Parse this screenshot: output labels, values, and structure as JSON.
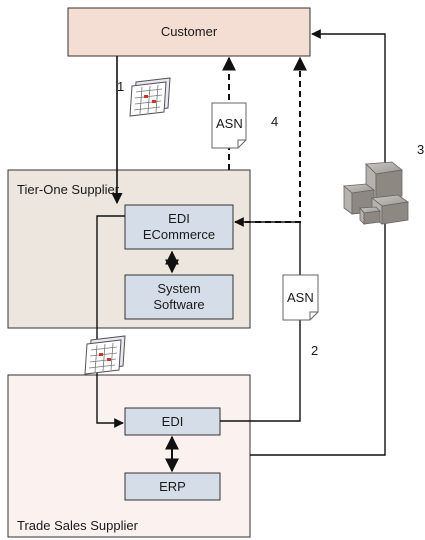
{
  "customer": {
    "label": "Customer"
  },
  "tier_one": {
    "title": "Tier-One Supplier",
    "edi_line1": "EDI",
    "edi_line2": "ECommerce",
    "system_line1": "System",
    "system_line2": "Software"
  },
  "trade": {
    "title": "Trade Sales Supplier",
    "edi": "EDI",
    "erp": "ERP"
  },
  "flow": {
    "step1": "1",
    "step2": "2",
    "step3": "3",
    "step4": "4",
    "asn_upper": "ASN",
    "asn_lower": "ASN"
  },
  "icons": {
    "order_document_upper": "order-document-icon",
    "order_document_lower": "order-document-icon",
    "shipment": "shipment-boxes-icon"
  },
  "colors": {
    "customer_fill": "#f4ddd3",
    "tier_one_fill": "#ede6de",
    "trade_fill": "#fbf1ef",
    "inner_box_fill": "#d4dde8",
    "stroke": "#333333"
  }
}
